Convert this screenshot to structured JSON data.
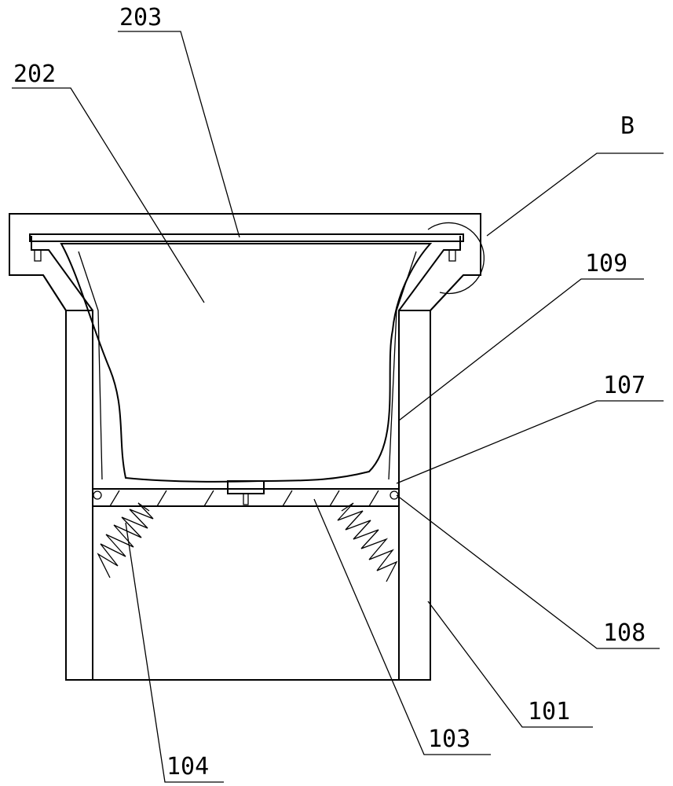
{
  "figure": {
    "labels": {
      "l203": "203",
      "l202": "202",
      "lB": "B",
      "l109": "109",
      "l107": "107",
      "l108": "108",
      "l101": "101",
      "l103": "103",
      "l104": "104"
    }
  }
}
